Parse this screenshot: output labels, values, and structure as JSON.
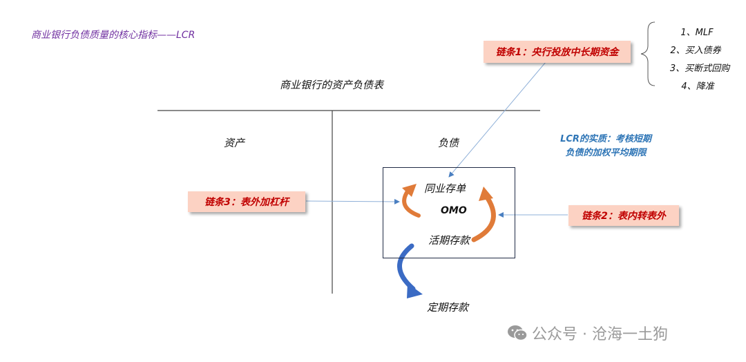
{
  "title": "商业银行负债质量的核心指标——LCR",
  "sheet_title": "商业银行的资产负债表",
  "assets_label": "资产",
  "liabilities_label": "负债",
  "chain1": "链条1：央行投放中长期资金",
  "chain2": "链条2：表内转表外",
  "chain3": "链条3：表外加杠杆",
  "tools": [
    "1、MLF",
    "2、买入债券",
    "3、买断式回购",
    "4、降准"
  ],
  "lcr_note_line1": "LCR的实质：考核短期",
  "lcr_note_line2": "负债的加权平均期限",
  "interbank_cd": "同业存单",
  "omo": "OMO",
  "demand_deposit": "活期存款",
  "time_deposit": "定期存款",
  "watermark": "公众号 · 沧海一土狗",
  "colors": {
    "title": "#7030a0",
    "chain_text": "#c00000",
    "chain_bg": "#fcd2c3",
    "note": "#2e75b6",
    "orange_arrow": "#e07b39",
    "blue_arrow": "#3b6bc4"
  }
}
